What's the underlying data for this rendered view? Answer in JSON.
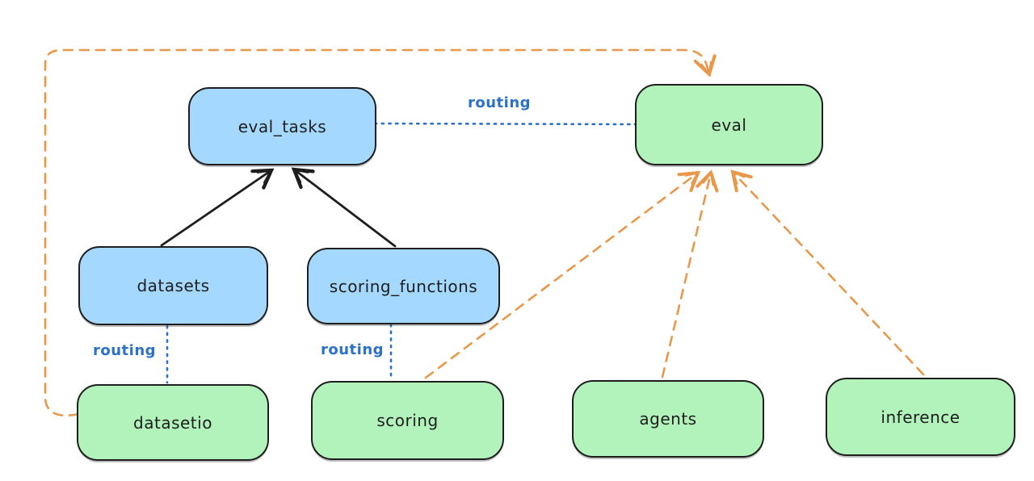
{
  "diagram": {
    "nodes": {
      "eval_tasks": {
        "label": "eval_tasks",
        "fill": "#a5d8ff"
      },
      "eval": {
        "label": "eval",
        "fill": "#b2f2bb"
      },
      "datasets": {
        "label": "datasets",
        "fill": "#a5d8ff"
      },
      "scoring_functions": {
        "label": "scoring_functions",
        "fill": "#a5d8ff"
      },
      "datasetio": {
        "label": "datasetio",
        "fill": "#b2f2bb"
      },
      "scoring": {
        "label": "scoring",
        "fill": "#b2f2bb"
      },
      "agents": {
        "label": "agents",
        "fill": "#b2f2bb"
      },
      "inference": {
        "label": "inference",
        "fill": "#b2f2bb"
      }
    },
    "edges": [
      {
        "from": "datasets",
        "to": "eval_tasks",
        "style": "solid-black-arrow",
        "label": ""
      },
      {
        "from": "scoring_functions",
        "to": "eval_tasks",
        "style": "solid-black-arrow",
        "label": ""
      },
      {
        "from": "eval_tasks",
        "to": "eval",
        "style": "dotted-blue",
        "label": "routing"
      },
      {
        "from": "datasets",
        "to": "datasetio",
        "style": "dotted-blue",
        "label": "routing"
      },
      {
        "from": "scoring_functions",
        "to": "scoring",
        "style": "dotted-blue",
        "label": "routing"
      },
      {
        "from": "datasetio",
        "to": "eval",
        "style": "dashed-orange-arrow",
        "label": ""
      },
      {
        "from": "scoring",
        "to": "eval",
        "style": "dashed-orange-arrow",
        "label": ""
      },
      {
        "from": "agents",
        "to": "eval",
        "style": "dashed-orange-arrow",
        "label": ""
      },
      {
        "from": "inference",
        "to": "eval",
        "style": "dashed-orange-arrow",
        "label": ""
      }
    ],
    "colors": {
      "node_fill_blue": "#a5d8ff",
      "node_fill_green": "#b2f2bb",
      "node_border": "#1e1e1e",
      "routing_blue": "#2b71c7",
      "dashed_orange": "#e9984a",
      "solid_black": "#1e1e1e",
      "background": "#ffffff"
    }
  }
}
